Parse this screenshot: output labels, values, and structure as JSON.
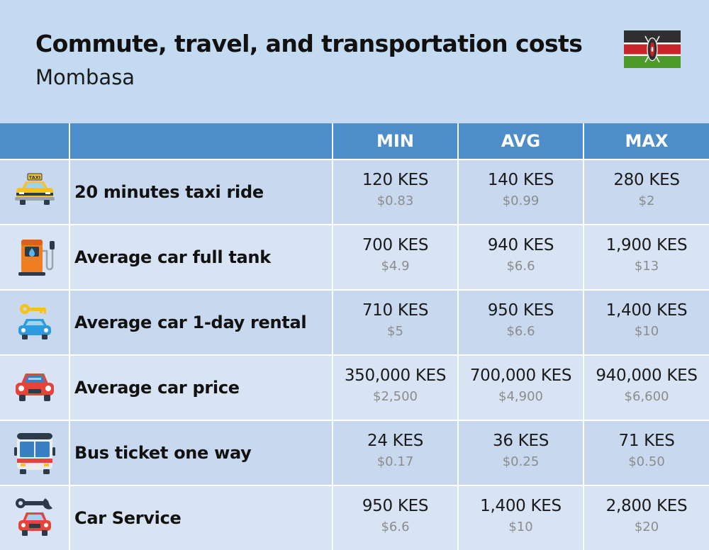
{
  "header": {
    "title": "Commute, travel, and transportation costs",
    "city": "Mombasa",
    "flag_icon": "kenya-flag-icon"
  },
  "columns": {
    "icon": "",
    "item": "",
    "min": "MIN",
    "avg": "AVG",
    "max": "MAX"
  },
  "colors": {
    "background": "#c3daf0",
    "header_row": "#4d8dc9",
    "row_odd": "#c8d8ef",
    "row_even": "#d8e4f4",
    "usd_text": "#8c8c8c"
  },
  "rows": [
    {
      "icon": "taxi-icon",
      "label": "20 minutes taxi ride",
      "min": {
        "local": "120 KES",
        "usd": "$0.83"
      },
      "avg": {
        "local": "140 KES",
        "usd": "$0.99"
      },
      "max": {
        "local": "280 KES",
        "usd": "$2"
      }
    },
    {
      "icon": "fuel-pump-icon",
      "label": "Average car full tank",
      "min": {
        "local": "700 KES",
        "usd": "$4.9"
      },
      "avg": {
        "local": "940 KES",
        "usd": "$6.6"
      },
      "max": {
        "local": "1,900 KES",
        "usd": "$13"
      }
    },
    {
      "icon": "car-rental-key-icon",
      "label": "Average car 1-day rental",
      "min": {
        "local": "710 KES",
        "usd": "$5"
      },
      "avg": {
        "local": "950 KES",
        "usd": "$6.6"
      },
      "max": {
        "local": "1,400 KES",
        "usd": "$10"
      }
    },
    {
      "icon": "red-car-icon",
      "label": "Average car price",
      "min": {
        "local": "350,000 KES",
        "usd": "$2,500"
      },
      "avg": {
        "local": "700,000 KES",
        "usd": "$4,900"
      },
      "max": {
        "local": "940,000 KES",
        "usd": "$6,600"
      }
    },
    {
      "icon": "bus-icon",
      "label": "Bus ticket one way",
      "min": {
        "local": "24 KES",
        "usd": "$0.17"
      },
      "avg": {
        "local": "36 KES",
        "usd": "$0.25"
      },
      "max": {
        "local": "71 KES",
        "usd": "$0.50"
      }
    },
    {
      "icon": "car-service-wrench-icon",
      "label": "Car Service",
      "min": {
        "local": "950 KES",
        "usd": "$6.6"
      },
      "avg": {
        "local": "1,400 KES",
        "usd": "$10"
      },
      "max": {
        "local": "2,800 KES",
        "usd": "$20"
      }
    }
  ]
}
